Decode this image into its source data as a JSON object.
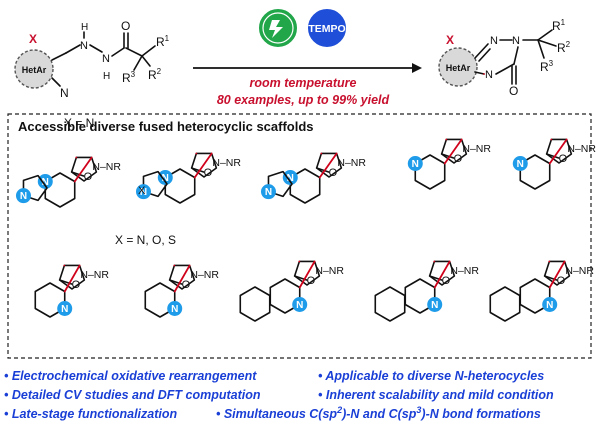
{
  "reaction": {
    "reactant_x": "X",
    "reactant_hetar": "HetAr",
    "reactant_n": "N",
    "reactant_nh1": "H",
    "reactant_nh2": "H",
    "reactant_o": "O",
    "reactant_r1": "R",
    "reactant_r1_sup": "1",
    "reactant_r2": "R",
    "reactant_r2_sup": "2",
    "reactant_r3": "R",
    "reactant_r3_sup": "3",
    "x_equals": "X = N",
    "tempo_label": "TEMPO",
    "condition_line1": "room temperature",
    "condition_line2": "80 examples, up to 99% yield",
    "product_x": "X",
    "product_hetar": "HetAr",
    "product_n1": "N",
    "product_n2": "N",
    "product_n3": "N",
    "product_o": "O",
    "product_r1": "R",
    "product_r1_sup": "1",
    "product_r2": "R",
    "product_r2_sup": "2",
    "product_r3": "R",
    "product_r3_sup": "3",
    "electricity_icon": "electrode-plug-icon",
    "colors": {
      "green": "#22a64a",
      "blue": "#1f4fd8",
      "highlight": "#1e9be9",
      "red": "#c8102e",
      "bullet": "#1a3fd6"
    }
  },
  "scaffolds": {
    "title": "Accessible diverse fused heterocyclic scaffolds",
    "n_label": "N",
    "nr_label": "N–NR",
    "o_label": "O",
    "x_label": "X",
    "x_note": "X = N, O, S"
  },
  "features": [
    "• Electrochemical oxidative rearrangement",
    "• Applicable to diverse N-heterocycles",
    "• Detailed CV studies and DFT computation",
    "• Inherent scalability and mild condition",
    "• Late-stage functionalization",
    "• Simultaneous C(sp",
    "2",
    ")-N and C(sp",
    "3",
    ")-N bond formations"
  ]
}
